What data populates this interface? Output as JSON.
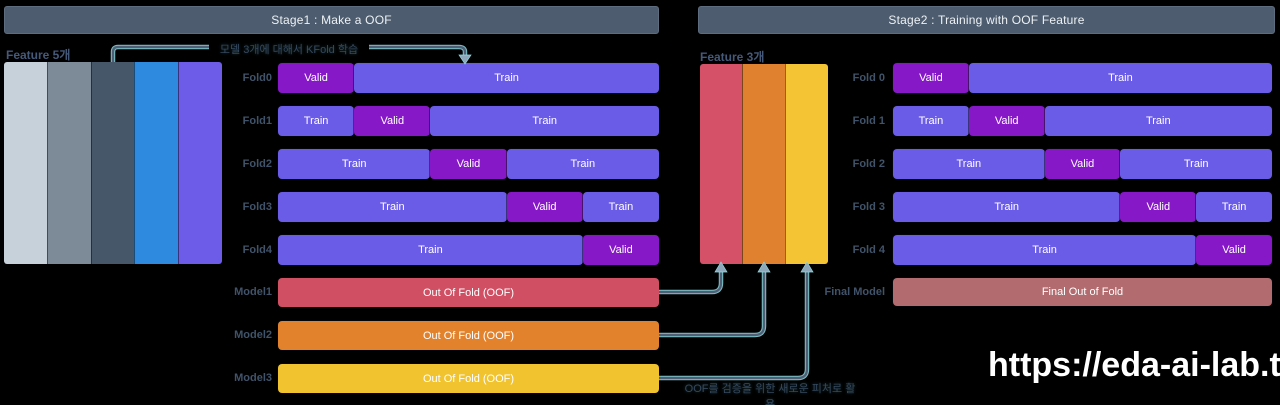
{
  "stage1": {
    "title": "Stage1 : Make a OOF",
    "feature_label": "Feature 5개",
    "annotation": "모델 3개에 대해서 KFold 학습",
    "feature_colors": [
      "#c7d1da",
      "#7d8b99",
      "#46576a",
      "#2d8adf",
      "#6c5ce8"
    ],
    "folds": [
      {
        "label": "Fold0",
        "segments": [
          {
            "type": "valid",
            "text": "Valid",
            "start": 0,
            "span": 1
          },
          {
            "type": "train",
            "text": "Train",
            "start": 1,
            "span": 4
          }
        ]
      },
      {
        "label": "Fold1",
        "segments": [
          {
            "type": "train",
            "text": "Train",
            "start": 0,
            "span": 1
          },
          {
            "type": "valid",
            "text": "Valid",
            "start": 1,
            "span": 1
          },
          {
            "type": "train",
            "text": "Train",
            "start": 2,
            "span": 3
          }
        ]
      },
      {
        "label": "Fold2",
        "segments": [
          {
            "type": "train",
            "text": "Train",
            "start": 0,
            "span": 2
          },
          {
            "type": "valid",
            "text": "Valid",
            "start": 2,
            "span": 1
          },
          {
            "type": "train",
            "text": "Train",
            "start": 3,
            "span": 2
          }
        ]
      },
      {
        "label": "Fold3",
        "segments": [
          {
            "type": "train",
            "text": "Train",
            "start": 0,
            "span": 3
          },
          {
            "type": "valid",
            "text": "Valid",
            "start": 3,
            "span": 1
          },
          {
            "type": "train",
            "text": "Train",
            "start": 4,
            "span": 1
          }
        ]
      },
      {
        "label": "Fold4",
        "segments": [
          {
            "type": "train",
            "text": "Train",
            "start": 0,
            "span": 4
          },
          {
            "type": "valid",
            "text": "Valid",
            "start": 4,
            "span": 1
          }
        ]
      }
    ],
    "models": [
      {
        "label": "Model1",
        "text": "Out Of Fold (OOF)",
        "color": "#d04f63"
      },
      {
        "label": "Model2",
        "text": "Out Of Fold (OOF)",
        "color": "#e2822d"
      },
      {
        "label": "Model3",
        "text": "Out Of Fold (OOF)",
        "color": "#f1c32f"
      }
    ]
  },
  "stage2": {
    "title": "Stage2 : Training with OOF Feature",
    "feature_label": "Feature 3개",
    "annotation": "OOF를 검증을 위한 새로운 피처로 활용",
    "feature_colors": [
      "#d45168",
      "#e0812f",
      "#f4c434"
    ],
    "folds": [
      {
        "label": "Fold 0",
        "segments": [
          {
            "type": "valid",
            "text": "Valid",
            "start": 0,
            "span": 1
          },
          {
            "type": "train",
            "text": "Train",
            "start": 1,
            "span": 4
          }
        ]
      },
      {
        "label": "Fold 1",
        "segments": [
          {
            "type": "train",
            "text": "Train",
            "start": 0,
            "span": 1
          },
          {
            "type": "valid",
            "text": "Valid",
            "start": 1,
            "span": 1
          },
          {
            "type": "train",
            "text": "Train",
            "start": 2,
            "span": 3
          }
        ]
      },
      {
        "label": "Fold 2",
        "segments": [
          {
            "type": "train",
            "text": "Train",
            "start": 0,
            "span": 2
          },
          {
            "type": "valid",
            "text": "Valid",
            "start": 2,
            "span": 1
          },
          {
            "type": "train",
            "text": "Train",
            "start": 3,
            "span": 2
          }
        ]
      },
      {
        "label": "Fold 3",
        "segments": [
          {
            "type": "train",
            "text": "Train",
            "start": 0,
            "span": 3
          },
          {
            "type": "valid",
            "text": "Valid",
            "start": 3,
            "span": 1
          },
          {
            "type": "train",
            "text": "Train",
            "start": 4,
            "span": 1
          }
        ]
      },
      {
        "label": "Fold 4",
        "segments": [
          {
            "type": "train",
            "text": "Train",
            "start": 0,
            "span": 4
          },
          {
            "type": "valid",
            "text": "Valid",
            "start": 4,
            "span": 1
          }
        ]
      }
    ],
    "final_model": {
      "label": "Final Model",
      "text": "Final Out of Fold",
      "color": "#b26b6e"
    }
  },
  "colors": {
    "train": "#6b5ce8",
    "valid": "#8618c8",
    "header": "#4d5c6e",
    "arrow_glow": "#8ed9e2",
    "arrow_core": "#4f6076"
  },
  "watermark": "https://eda-ai-lab.tistory"
}
